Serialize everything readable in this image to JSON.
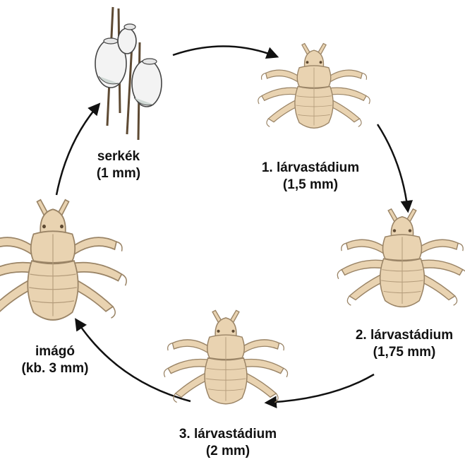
{
  "stages": [
    {
      "name": "serkék",
      "size": "(1 mm)"
    },
    {
      "name": "1. lárvastádium",
      "size": "(1,5 mm)"
    },
    {
      "name": "2. lárvastádium",
      "size": "(1,75 mm)"
    },
    {
      "name": "3. lárvastádium",
      "size": "(2 mm)"
    },
    {
      "name": "imágó",
      "size": "(kb. 3 mm)"
    }
  ],
  "colors": {
    "body": "#e9d3b1",
    "outline": "#9a8466",
    "egg": "#f3f3f3",
    "hair": "#5e4a33",
    "arrow": "#111111"
  }
}
